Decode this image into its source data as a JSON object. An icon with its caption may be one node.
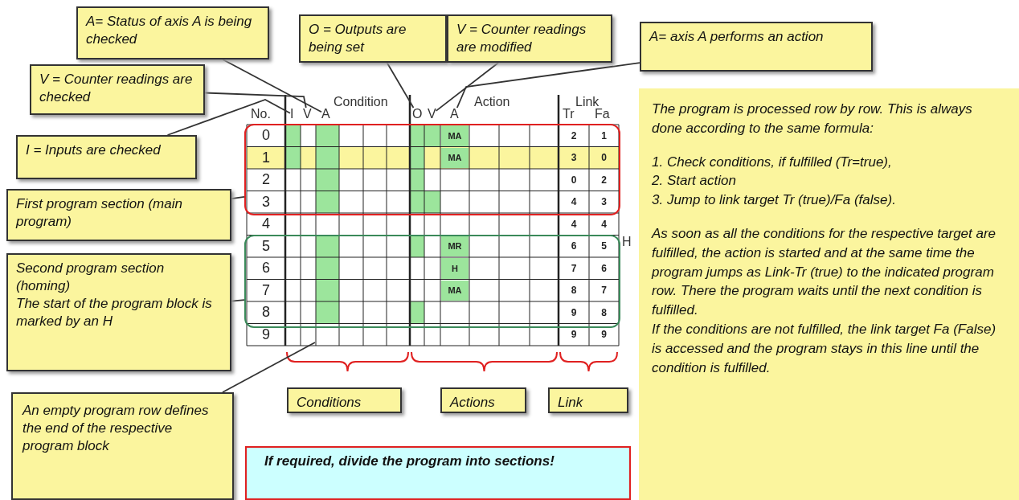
{
  "diagram": {
    "nodes": [
      {
        "text": [
          "A= Status of axis A is being checked"
        ]
      },
      {
        "text": [
          "O = Outputs are being set"
        ]
      },
      {
        "text": [
          "V = Counter readings are modified"
        ]
      },
      {
        "text": [
          "A= axis A performs an action"
        ]
      },
      {
        "text": [
          "V = Counter readings are checked"
        ]
      },
      {
        "text": [
          "I"
        ]
      },
      {
        "text": [
          "V"
        ]
      },
      {
        "text": [
          "A"
        ]
      },
      {
        "text": [
          "O"
        ]
      },
      {
        "text": [
          "V"
        ]
      },
      {
        "text": [
          "A"
        ]
      },
      {
        "text": [
          "I = Inputs are checked"
        ]
      },
      {
        "text": [],
        "shape": "box"
      },
      {
        "text": [
          "First program section (main program)"
        ]
      },
      {
        "text": [],
        "shape": "box"
      },
      {
        "text": [
          "Second program section (homing)",
          "The start of the program block is marked by an H"
        ]
      },
      {
        "text": [
          "The program is processed row by row. This is always done according to the same formula:",
          "1. Check conditions, if fulfilled (Tr=true),",
          "2. Start action",
          "3. Jump to link target Tr (true)/Fa (false).",
          "As soon as all the conditions for the respective target are fulfilled, the action is started and at the same time the program jumps as Link-Tr (true) to the indicated program row. There the program waits until the next condition is fulfilled.",
          "If the conditions are not fulfilled, the link target Fa (False) is accessed and the program stays in this line until the condition is fulfilled."
        ]
      },
      {
        "text": [
          "An empty program row defines the end of the respective program block"
        ]
      },
      {
        "text": [
          "Conditions"
        ]
      },
      {
        "text": [
          "Actions"
        ]
      },
      {
        "text": [
          "Link"
        ]
      },
      {
        "text": [
          "If required, divide the program into sections!"
        ]
      }
    ],
    "edges": [
      {
        "from": 0,
        "to": 7,
        "arrow": "none"
      },
      {
        "from": 4,
        "to": 6,
        "arrow": "none"
      },
      {
        "from": 11,
        "to": 5,
        "arrow": "none"
      },
      {
        "from": 1,
        "to": 8,
        "arrow": "none"
      },
      {
        "from": 2,
        "to": 9,
        "arrow": "none"
      },
      {
        "from": 3,
        "to": 10,
        "arrow": "none"
      },
      {
        "from": 13,
        "to": 12,
        "arrow": "none"
      },
      {
        "from": 15,
        "to": 14,
        "arrow": "none"
      },
      {
        "from": 17,
        "to": null,
        "arrow": "none"
      }
    ],
    "labels": [
      "Condition",
      "Action",
      "Link",
      "No.",
      "Tr",
      "Fa",
      "0",
      "MA",
      "2",
      "1",
      "1",
      "MA",
      "3",
      "0",
      "2",
      "0",
      "2",
      "3",
      "4",
      "3",
      "4",
      "4",
      "4",
      "5",
      "MR",
      "6",
      "5",
      "H",
      "6",
      "H",
      "7",
      "6",
      "7",
      "MA",
      "8",
      "7",
      "8",
      "9",
      "8",
      "9",
      "9",
      "9"
    ]
  }
}
